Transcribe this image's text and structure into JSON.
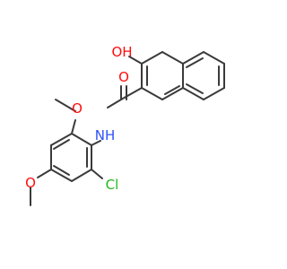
{
  "molecule": {
    "atom_labels": {
      "hydroxyl": "OH",
      "carbonyl_oxygen": "O",
      "amide_nitrogen": "NH",
      "methoxy_top_oxygen": "O",
      "methoxy_bottom_oxygen": "O",
      "chlorine": "Cl"
    },
    "colors": {
      "bond": "#3a3a3a",
      "oxygen": "#ff0d0d",
      "nitrogen": "#3050f8",
      "chlorine": "#1fb81f"
    }
  }
}
